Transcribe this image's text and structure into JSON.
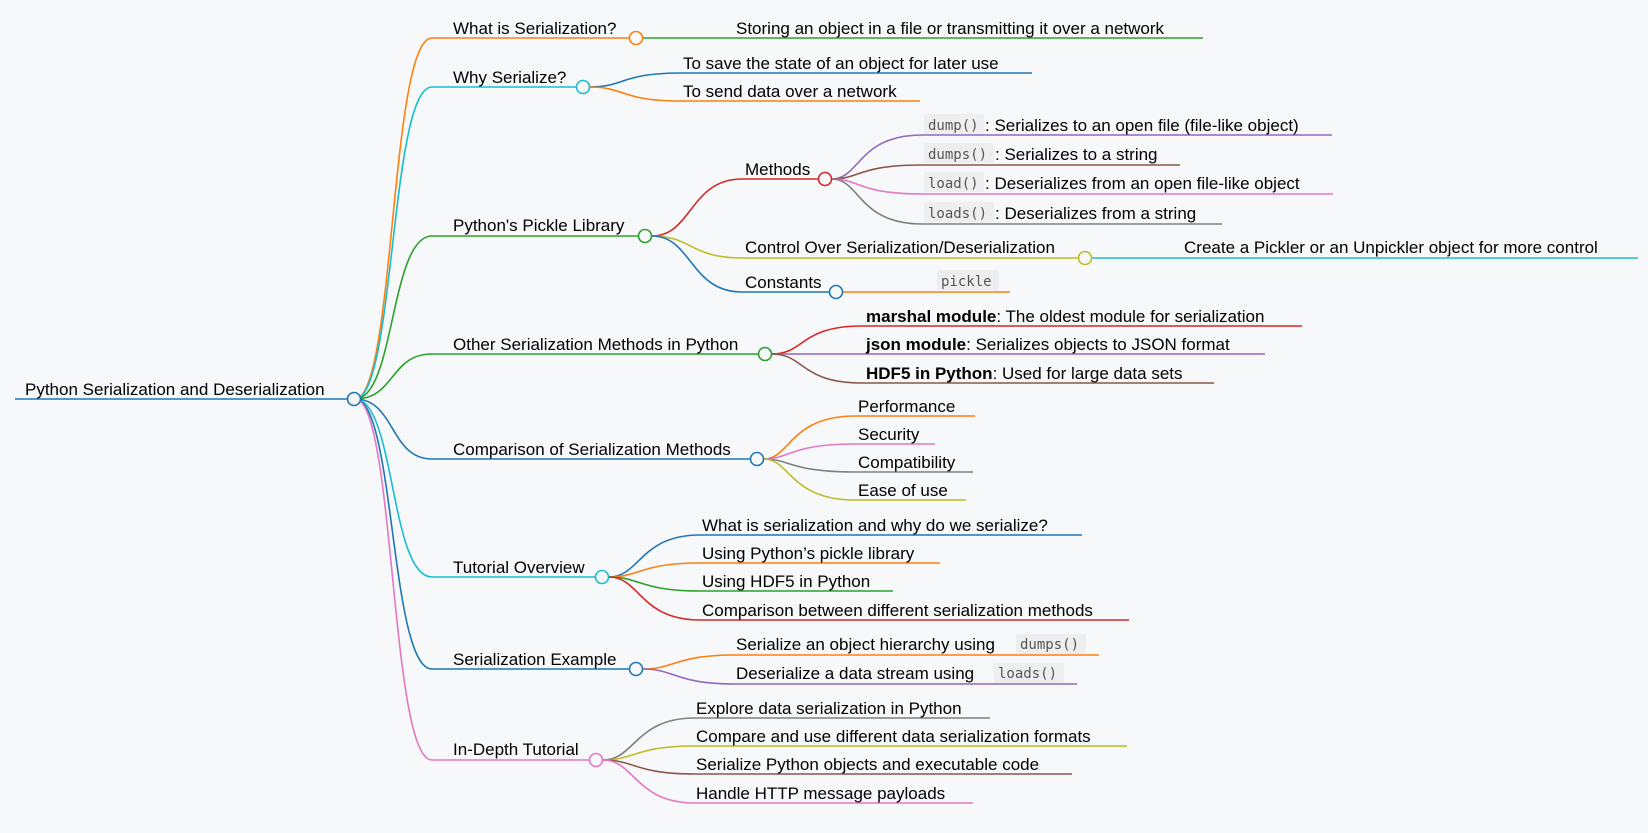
{
  "colors": {
    "blue": "#1f77b4",
    "orange": "#ff7f0e",
    "green": "#2ca02c",
    "red": "#d62728",
    "purple": "#9467bd",
    "brown": "#8c564b",
    "pink": "#e377c2",
    "gray": "#7f7f7f",
    "olive": "#bcbd22",
    "cyan": "#17becf"
  },
  "root": "Python Serialization and Deserialization",
  "nodes": {
    "n1": "What is Serialization?",
    "n1_1": "Storing an object in a file or transmitting it over a network",
    "n2": "Why Serialize?",
    "n2_1": "To save the state of an object for later use",
    "n2_2": "To send data over a network",
    "n3": "Python's Pickle Library",
    "n3_1": "Methods",
    "n3_1_1_code": "dump()",
    "n3_1_1_text": ": Serializes to an open file (file-like object)",
    "n3_1_2_code": "dumps()",
    "n3_1_2_text": ": Serializes to a string",
    "n3_1_3_code": "load()",
    "n3_1_3_text": ": Deserializes from an open file-like object",
    "n3_1_4_code": "loads()",
    "n3_1_4_text": ": Deserializes from a string",
    "n3_2": "Control Over Serialization/Deserialization",
    "n3_2_1": "Create a Pickler or an Unpickler object for more control",
    "n3_3": "Constants",
    "n3_3_1_code": "pickle",
    "n4": "Other Serialization Methods in Python",
    "n4_1_bold": "marshal module",
    "n4_1_text": ": The oldest module for serialization",
    "n4_2_bold": "json module",
    "n4_2_text": ": Serializes objects to JSON format",
    "n4_3_bold": "HDF5 in Python",
    "n4_3_text": ": Used for large data sets",
    "n5": "Comparison of Serialization Methods",
    "n5_1": "Performance",
    "n5_2": "Security",
    "n5_3": "Compatibility",
    "n5_4": "Ease of use",
    "n6": "Tutorial Overview",
    "n6_1": "What is serialization and why do we serialize?",
    "n6_2": "Using Python’s pickle library",
    "n6_3": "Using HDF5 in Python",
    "n6_4": "Comparison between different serialization methods",
    "n7": "Serialization Example",
    "n7_1_text": "Serialize an object hierarchy using ",
    "n7_1_code": "dumps()",
    "n7_2_text": "Deserialize a data stream using ",
    "n7_2_code": "loads()",
    "n8": "In-Depth Tutorial",
    "n8_1": "Explore data serialization in Python",
    "n8_2": "Compare and use different data serialization formats",
    "n8_3": "Serialize Python objects and executable code",
    "n8_4": "Handle HTTP message payloads"
  }
}
